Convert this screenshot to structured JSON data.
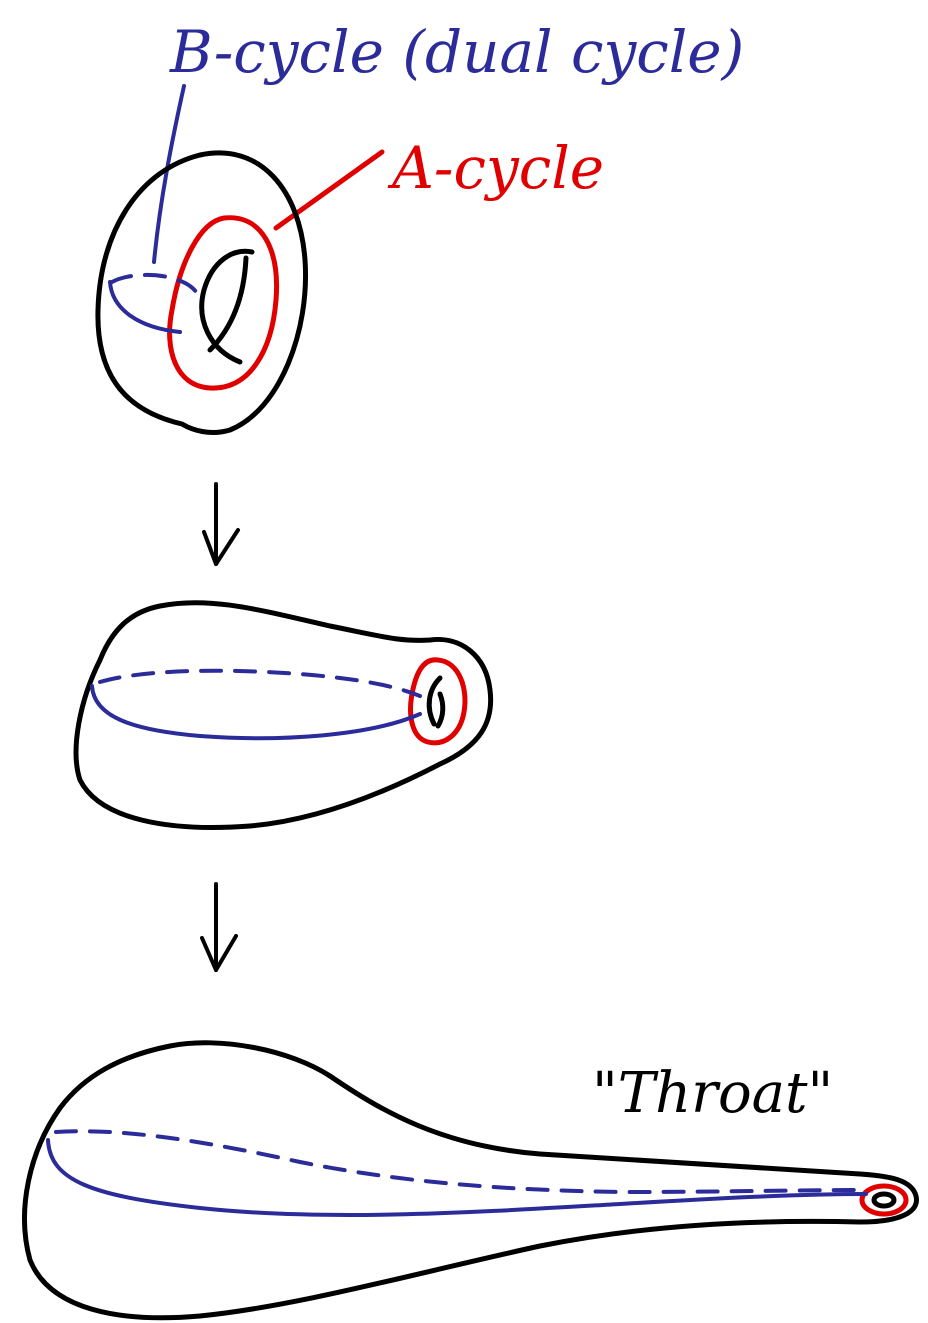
{
  "labels": {
    "b_cycle": "B-cycle (dual cycle)",
    "a_cycle": "A-cycle",
    "throat": "\"Throat\""
  },
  "colors": {
    "outline": "#000000",
    "a_cycle": "#e00000",
    "b_cycle": "#2b2b9a",
    "background": "#ffffff"
  }
}
